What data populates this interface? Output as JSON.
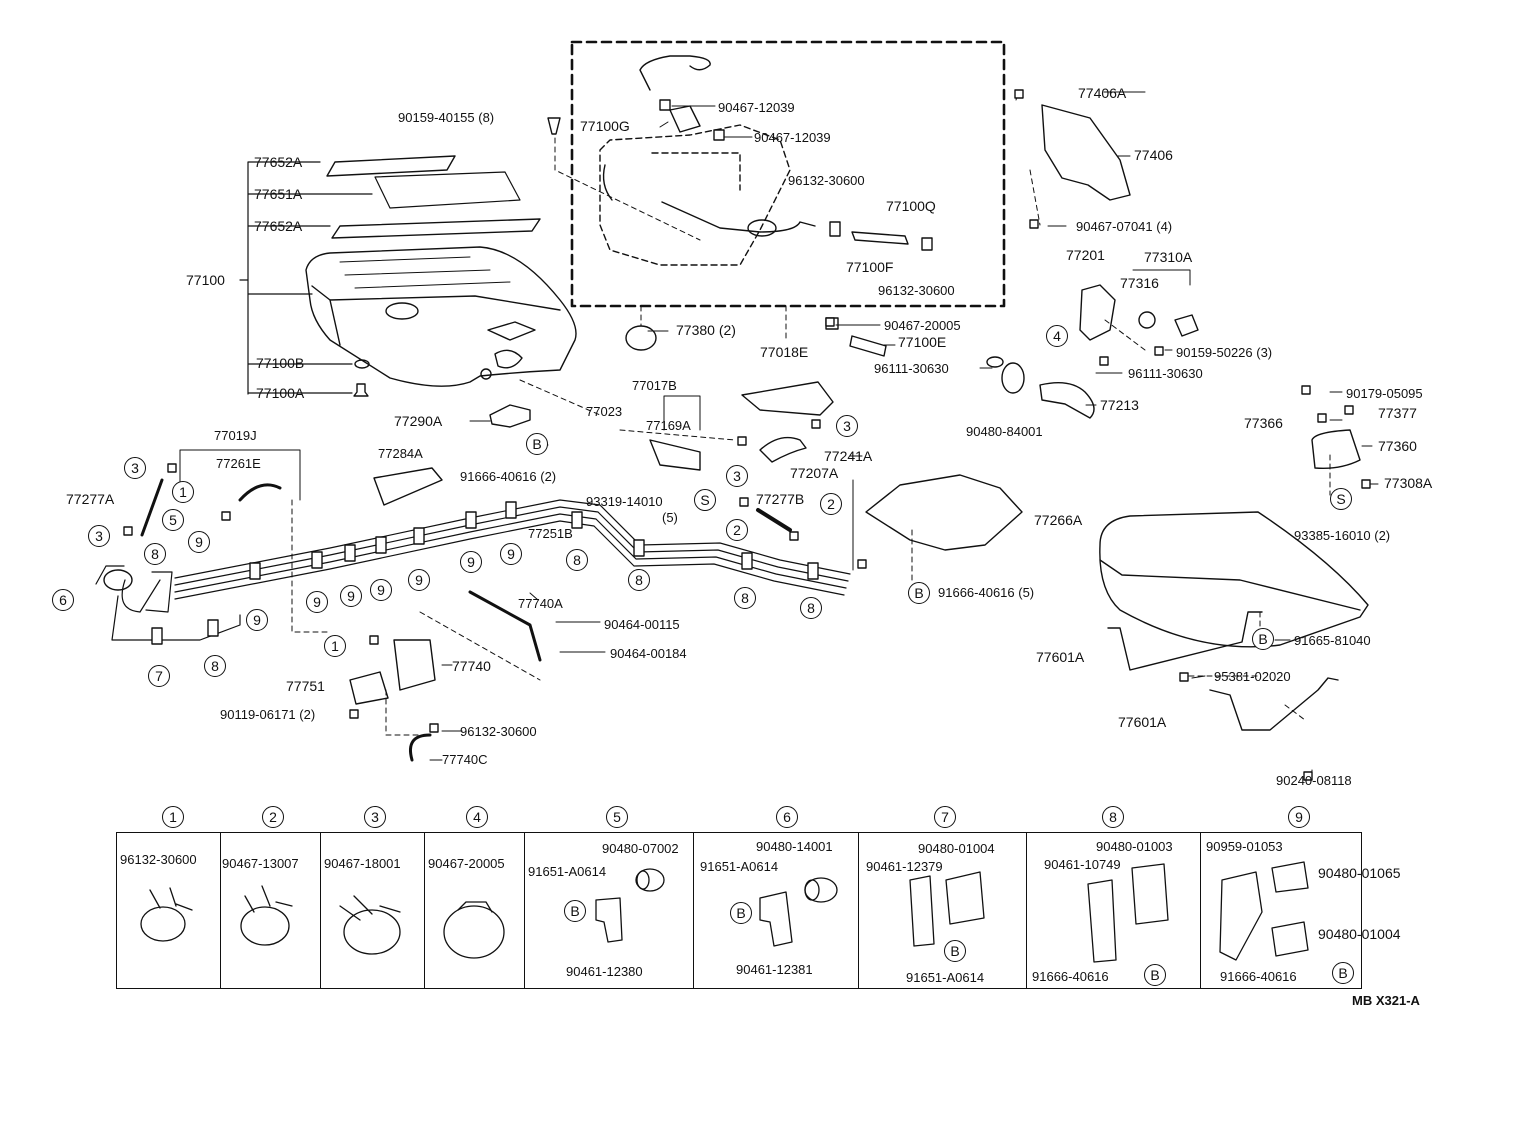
{
  "diagram_code": "MB X321-A",
  "callout_letters": {
    "B": "B",
    "S": "S"
  },
  "labels": {
    "p90159_40155": "90159-40155 (8)",
    "p77652A_top": "77652A",
    "p77651A": "77651A",
    "p77652A_bot": "77652A",
    "p77100": "77100",
    "p77100B": "77100B",
    "p77100A": "77100A",
    "p77290A": "77290A",
    "p91666_40616_2": "91666-40616 (2)",
    "p77019J": "77019J",
    "p77261E": "77261E",
    "p77277A": "77277A",
    "p77284A": "77284A",
    "p77251B": "77251B",
    "p77017B": "77017B",
    "p77023": "77023",
    "p77169A": "77169A",
    "p93319_14010": "93319-14010",
    "p93319_qty": "(5)",
    "p77740A": "77740A",
    "p90464_00115": "90464-00115",
    "p90464_00184": "90464-00184",
    "p77740": "77740",
    "p77751": "77751",
    "p90119_06171": "90119-06171 (2)",
    "p96132_30600_low": "96132-30600",
    "p77740C": "77740C",
    "p90467_12039_a": "90467-12039",
    "p77100G": "77100G",
    "p90467_12039_b": "90467-12039",
    "p96132_30600_a": "96132-30600",
    "p77100Q": "77100Q",
    "p77100F": "77100F",
    "p96132_30600_b": "96132-30600",
    "p77380": "77380 (2)",
    "p77018E": "77018E",
    "p90467_20005": "90467-20005",
    "p77100E": "77100E",
    "p96111_30630_a": "96111-30630",
    "p96111_30630_b": "96111-30630",
    "p90480_84001": "90480-84001",
    "p77213": "77213",
    "p77241A": "77241A",
    "p77207A": "77207A",
    "p77277B": "77277B",
    "p77266A": "77266A",
    "p91666_40616_5": "91666-40616 (5)",
    "p77406A": "77406A",
    "p77406": "77406",
    "p90467_07041": "90467-07041 (4)",
    "p77201": "77201",
    "p77310A": "77310A",
    "p77316": "77316",
    "p90159_50226": "90159-50226 (3)",
    "p90179_05095": "90179-05095",
    "p77377": "77377",
    "p77366": "77366",
    "p77360": "77360",
    "p77308A": "77308A",
    "p93385_16010": "93385-16010 (2)",
    "p91665_81040": "91665-81040",
    "p77601A_a": "77601A",
    "p95381_02020": "95381-02020",
    "p77601A_b": "77601A",
    "p90240_08118": "90240-08118"
  },
  "legend": [
    {
      "num": "1",
      "parts": [
        "96132-30600"
      ]
    },
    {
      "num": "2",
      "parts": [
        "90467-13007"
      ]
    },
    {
      "num": "3",
      "parts": [
        "90467-18001"
      ]
    },
    {
      "num": "4",
      "parts": [
        "90467-20005"
      ]
    },
    {
      "num": "5",
      "parts": [
        "90480-07002",
        "91651-A0614",
        "90461-12380"
      ]
    },
    {
      "num": "6",
      "parts": [
        "90480-14001",
        "91651-A0614",
        "90461-12381"
      ]
    },
    {
      "num": "7",
      "parts": [
        "90480-01004",
        "90461-12379",
        "91651-A0614"
      ]
    },
    {
      "num": "8",
      "parts": [
        "90480-01003",
        "90461-10749",
        "91666-40616"
      ]
    },
    {
      "num": "9",
      "parts": [
        "90959-01053",
        "90480-01065",
        "90480-01004",
        "91666-40616"
      ]
    }
  ]
}
